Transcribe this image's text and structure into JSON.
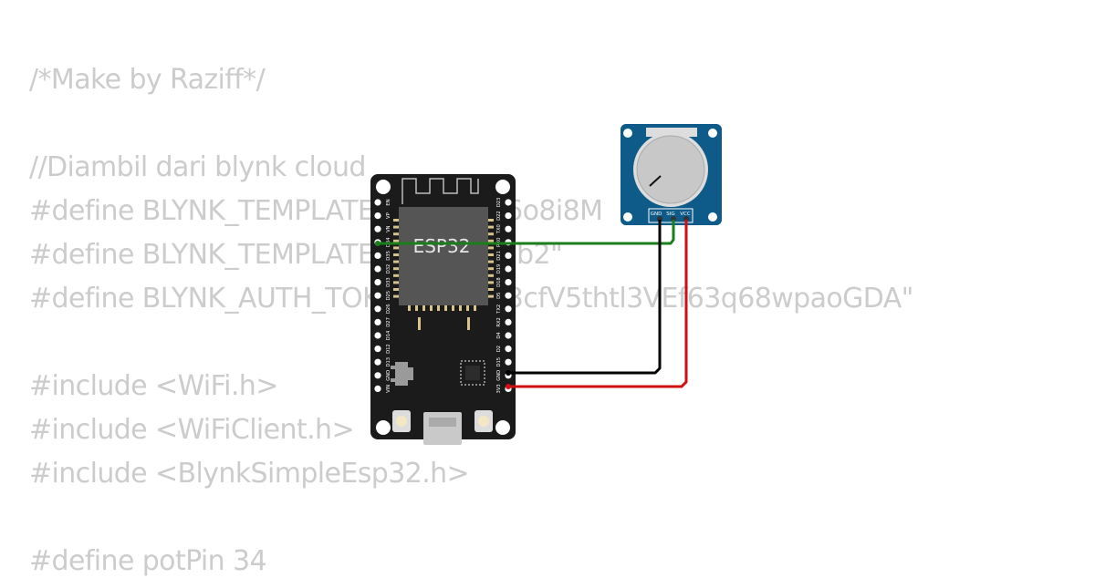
{
  "code": {
    "lines": [
      "/*Make by Raziff*/",
      "",
      "//Diambil dari blynk cloud",
      "#define BLYNK_TEMPLATE_ID \"TMPL6o8i8M",
      "#define BLYNK_TEMPLATE_NAME \"Lab2\"",
      "#define BLYNK_AUTH_TOKEN \"c_qBi3cfV5thtl3VEf63q68wpaoGDA\"",
      "",
      "#include <WiFi.h>",
      "#include <WiFiClient.h>",
      "#include <BlynkSimpleEsp32.h>",
      "",
      "#define potPin 34"
    ]
  },
  "esp32": {
    "chip_label": "ESP32",
    "left_pins": [
      "EN",
      "VP",
      "VN",
      "D34",
      "D35",
      "D32",
      "D33",
      "D25",
      "D26",
      "D27",
      "D14",
      "D12",
      "D13",
      "GND",
      "VIN"
    ],
    "right_pins": [
      "D23",
      "D22",
      "TX0",
      "RX0",
      "D21",
      "D19",
      "D18",
      "D5",
      "TX2",
      "RX2",
      "D4",
      "D2",
      "D15",
      "GND",
      "3V3"
    ]
  },
  "potentiometer": {
    "pins": [
      "GND",
      "SIG",
      "VCC"
    ]
  },
  "wires": {
    "signal_color": "#1a7f1a",
    "ground_color": "#000000",
    "power_color": "#d01010"
  }
}
